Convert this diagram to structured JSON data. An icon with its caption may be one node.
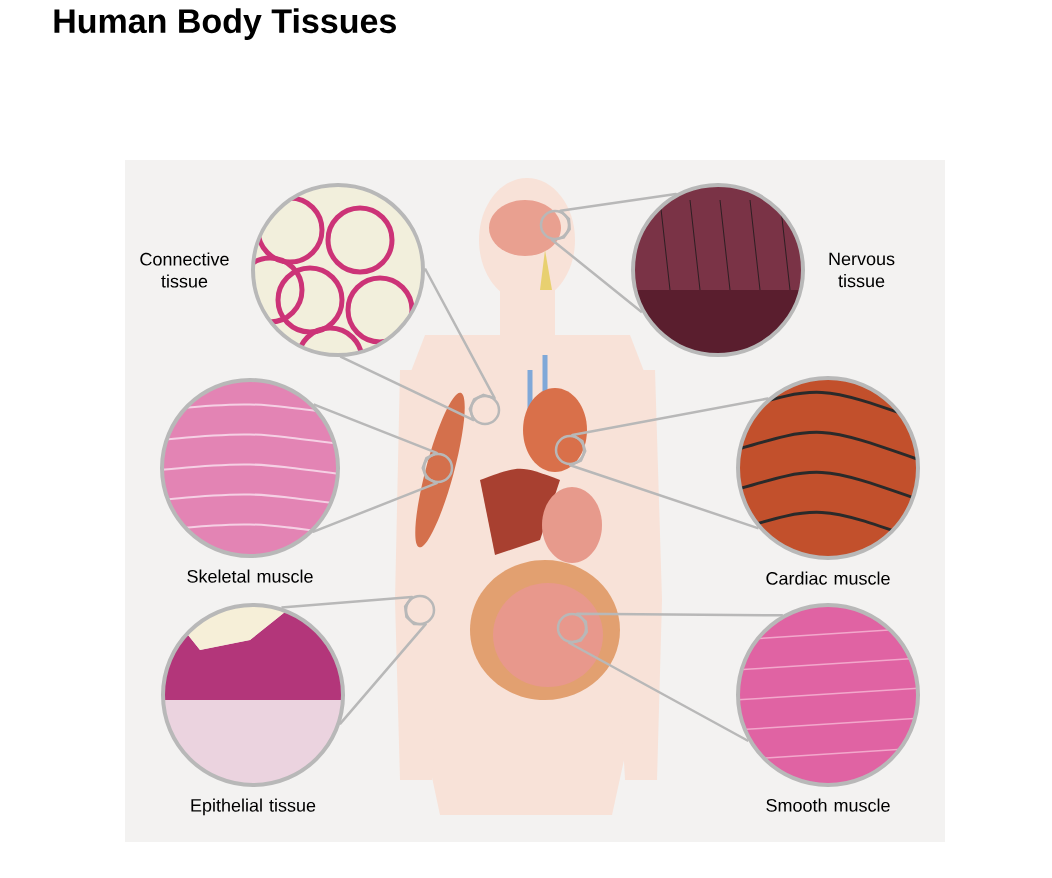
{
  "diagram": {
    "title": "Human Body Tissues",
    "nodes": [
      {
        "text": [
          "Connective tissue"
        ]
      },
      {
        "text": [
          "Nervous tissue"
        ]
      },
      {
        "text": [
          "Skeletal muscle"
        ]
      },
      {
        "text": [
          "Cardiac muscle"
        ]
      },
      {
        "text": [
          "Epithelial tissue"
        ]
      },
      {
        "text": [
          "Smooth muscle"
        ]
      },
      {
        "text": [],
        "shape": "circle"
      },
      {
        "text": [],
        "shape": "circle"
      },
      {
        "text": [],
        "shape": "circle"
      },
      {
        "text": [],
        "shape": "circle"
      },
      {
        "text": [],
        "shape": "circle"
      },
      {
        "text": [],
        "shape": "circle"
      }
    ],
    "edges": [
      {
        "from": 0,
        "to": 6,
        "arrow": "none"
      },
      {
        "from": 1,
        "to": 7,
        "arrow": "none"
      },
      {
        "from": 2,
        "to": 8,
        "arrow": "none"
      },
      {
        "from": 3,
        "to": 9,
        "arrow": "none"
      },
      {
        "from": 4,
        "to": 10,
        "arrow": "none"
      },
      {
        "from": 5,
        "to": 11,
        "arrow": "none"
      }
    ]
  }
}
